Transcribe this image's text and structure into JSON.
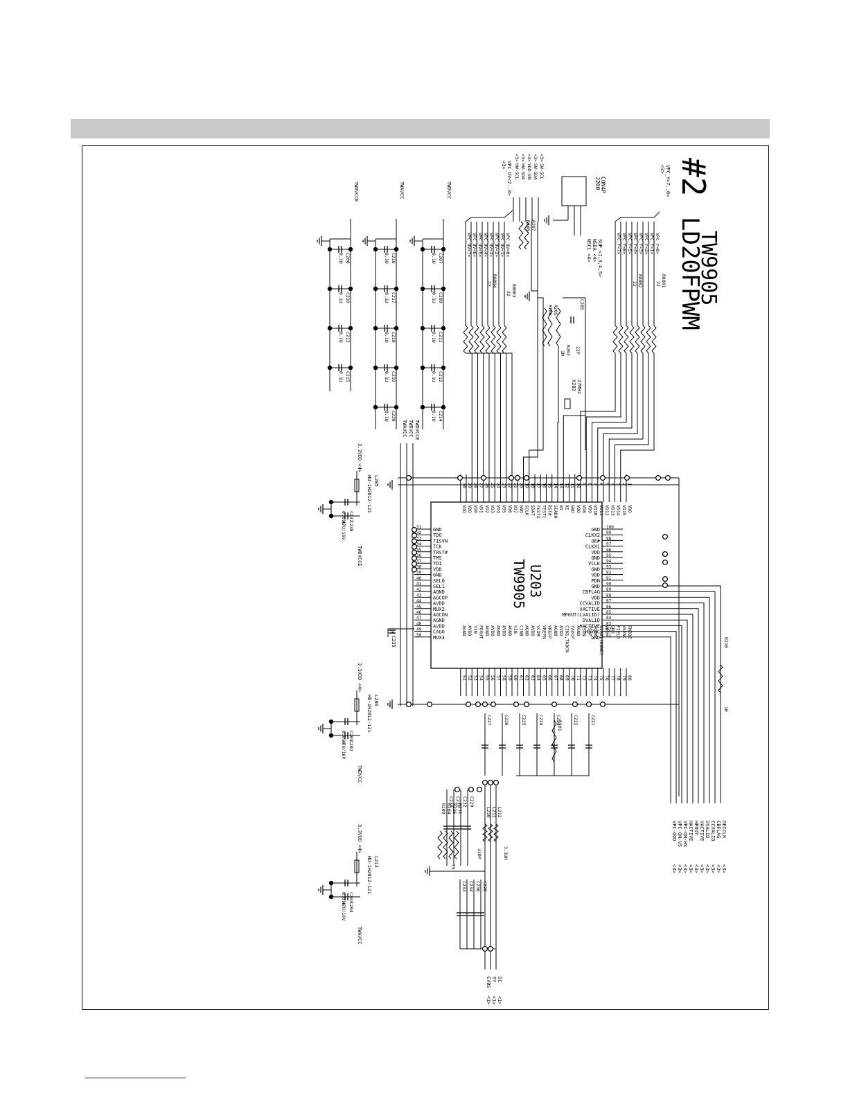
{
  "sheet": {
    "number": "#2",
    "title": "LD20FPWM",
    "subtitle": "TW9905"
  },
  "ic": {
    "ref": "U203",
    "part": "TW9905",
    "left_pins": [
      {
        "num": "31",
        "name": "GND"
      },
      {
        "num": "32",
        "name": "TDO"
      },
      {
        "num": "33",
        "name": "TISVN"
      },
      {
        "num": "34",
        "name": "TCK"
      },
      {
        "num": "35",
        "name": "TRST#"
      },
      {
        "num": "36",
        "name": "TMS"
      },
      {
        "num": "37",
        "name": "TDI"
      },
      {
        "num": "38",
        "name": "VDD"
      },
      {
        "num": "39",
        "name": "GND"
      },
      {
        "num": "40",
        "name": "SEL0"
      },
      {
        "num": "41",
        "name": "SEL1"
      },
      {
        "num": "42",
        "name": "AGND"
      },
      {
        "num": "43",
        "name": "AGCOP"
      },
      {
        "num": "44",
        "name": "AVDD"
      },
      {
        "num": "45",
        "name": "MUX2"
      },
      {
        "num": "46",
        "name": "AGCON"
      },
      {
        "num": "47",
        "name": "AGND"
      },
      {
        "num": "48",
        "name": "AVDD"
      },
      {
        "num": "49",
        "name": "CAGO"
      },
      {
        "num": "50",
        "name": "MUX3"
      }
    ],
    "right_pins": [
      {
        "num": "100",
        "name": "GND"
      },
      {
        "num": "99",
        "name": "CLKX2"
      },
      {
        "num": "98",
        "name": "OE#"
      },
      {
        "num": "97",
        "name": "CLKX1"
      },
      {
        "num": "96",
        "name": "VDD"
      },
      {
        "num": "95",
        "name": "GND"
      },
      {
        "num": "94",
        "name": "VCLK"
      },
      {
        "num": "93",
        "name": "GND"
      },
      {
        "num": "92",
        "name": "VDD"
      },
      {
        "num": "91",
        "name": "PDN"
      },
      {
        "num": "90",
        "name": "GND"
      },
      {
        "num": "89",
        "name": "CBFLAG"
      },
      {
        "num": "88",
        "name": "VDD"
      },
      {
        "num": "87",
        "name": "CCVALID"
      },
      {
        "num": "86",
        "name": "VACTIVE"
      },
      {
        "num": "85",
        "name": "MPOUT(LVALID)"
      },
      {
        "num": "84",
        "name": "DVALID"
      },
      {
        "num": "83",
        "name": "HACTIVE"
      },
      {
        "num": "82",
        "name": "HSYNC"
      },
      {
        "num": "81",
        "name": "GND"
      }
    ],
    "top_pins": [
      {
        "num": "1",
        "name": "VDD"
      },
      {
        "num": "2",
        "name": "VD15"
      },
      {
        "num": "3",
        "name": "VD14"
      },
      {
        "num": "4",
        "name": "VD13"
      },
      {
        "num": "5",
        "name": "VD12"
      },
      {
        "num": "6",
        "name": "VD11"
      },
      {
        "num": "7",
        "name": "VD10"
      },
      {
        "num": "8",
        "name": "VD9"
      },
      {
        "num": "9",
        "name": "VD8"
      },
      {
        "num": "10",
        "name": "VDD"
      },
      {
        "num": "11",
        "name": "GND"
      },
      {
        "num": "12",
        "name": "XI"
      },
      {
        "num": "13",
        "name": "XO"
      },
      {
        "num": "14",
        "name": "SIAD0"
      },
      {
        "num": "15",
        "name": "RST#"
      },
      {
        "num": "16",
        "name": "TEST1"
      },
      {
        "num": "17",
        "name": "TEST2"
      },
      {
        "num": "18",
        "name": "SDAT"
      },
      {
        "num": "19",
        "name": "SCLK"
      },
      {
        "num": "20",
        "name": "GND"
      },
      {
        "num": "21",
        "name": "VD7"
      },
      {
        "num": "22",
        "name": "VD6"
      },
      {
        "num": "23",
        "name": "VD5"
      },
      {
        "num": "24",
        "name": "VD4"
      },
      {
        "num": "25",
        "name": "VD3"
      },
      {
        "num": "26",
        "name": "VD2"
      },
      {
        "num": "27",
        "name": "VD1"
      },
      {
        "num": "28",
        "name": "VD0"
      },
      {
        "num": "29",
        "name": "VDD"
      },
      {
        "num": "30",
        "name": "VDD"
      }
    ],
    "bottom_pins": [
      {
        "num": "80",
        "name": "TMODE"
      },
      {
        "num": "79",
        "name": "VSYNC"
      },
      {
        "num": "78",
        "name": "FIELD"
      },
      {
        "num": "77",
        "name": "GND"
      },
      {
        "num": "76",
        "name": "VDD"
      },
      {
        "num": "75",
        "name": "SIAD1(AGND)"
      },
      {
        "num": "74",
        "name": "VCOM"
      },
      {
        "num": "73",
        "name": "TSOP"
      },
      {
        "num": "72",
        "name": "TSON"
      },
      {
        "num": "71",
        "name": "AGND"
      },
      {
        "num": "70",
        "name": "TADCP"
      },
      {
        "num": "69",
        "name": "CIN1,TADCN"
      },
      {
        "num": "68",
        "name": "AVDD"
      },
      {
        "num": "67",
        "name": "AGND"
      },
      {
        "num": "66",
        "name": "VREFP"
      },
      {
        "num": "65",
        "name": "VREFN"
      },
      {
        "num": "64",
        "name": "VCOM"
      },
      {
        "num": "63",
        "name": "AVDD"
      },
      {
        "num": "62",
        "name": "AGND"
      },
      {
        "num": "61",
        "name": "CIN0"
      },
      {
        "num": "60",
        "name": "YIN"
      },
      {
        "num": "59",
        "name": "AGND"
      },
      {
        "num": "58",
        "name": "AVDD"
      },
      {
        "num": "57",
        "name": "AGND"
      },
      {
        "num": "56",
        "name": "AVDD"
      },
      {
        "num": "55",
        "name": "AGND"
      },
      {
        "num": "54",
        "name": "PDOUT"
      },
      {
        "num": "53",
        "name": "YIN"
      },
      {
        "num": "52",
        "name": "AVDD"
      },
      {
        "num": "51",
        "name": "AGND"
      }
    ]
  },
  "connector": {
    "ref": "J200",
    "part": "CON4P",
    "nets": [
      "NSCL <4>",
      "NSDA <4>",
      "SUP <1,3,4,5>"
    ]
  },
  "crystal": {
    "ref": "X202",
    "value": "27MHz"
  },
  "buses": {
    "vpc_y": "VPC_Y<7..0>",
    "vpc_uv": "VPC_UV<7..0>",
    "vpc_y_ref": "<3>",
    "vpc_uv_ref": "<3>",
    "vpc_y_bits": [
      "VPC_Y<7>",
      "VPC_Y<6>",
      "VPC_Y<5>",
      "VPC_Y<4>",
      "VPC_Y<3>",
      "VPC_Y<2>",
      "VPC_Y<1>",
      "VPC_Y<0>"
    ],
    "vpc_uv_bits": [
      "VPC_UV<7>",
      "VPC_UV<6>",
      "VPC_UV<5>",
      "VPC_UV<4>",
      "VPC_UV<3>",
      "VPC_UV<2>",
      "VPC_UV<1>",
      "VPC_UV<0>"
    ]
  },
  "control_nets": [
    {
      "name": "SW-SCL",
      "ref": "<3>"
    },
    {
      "name": "SW-SDA",
      "ref": "<3>"
    },
    {
      "name": "VDD-EN",
      "ref": "<3>"
    },
    {
      "name": "HW-SDA",
      "ref": "<3>"
    },
    {
      "name": "HW-SCL",
      "ref": "<3>"
    }
  ],
  "resistor_arrays": [
    {
      "ref": "R8001",
      "value": "22"
    },
    {
      "ref": "R8002",
      "value": "22"
    },
    {
      "ref": "R8003",
      "value": "22"
    },
    {
      "ref": "R8004",
      "value": "22"
    }
  ],
  "small_parts": [
    {
      "ref": "R207",
      "value": "22"
    },
    {
      "ref": "R208",
      "value": "22"
    },
    {
      "ref": "R205",
      "value": ""
    },
    {
      "ref": "R206",
      "value": ""
    },
    {
      "ref": "C205",
      "value": "22P"
    },
    {
      "ref": "R203",
      "value": "1M"
    },
    {
      "ref": "R201",
      "value": ""
    },
    {
      "ref": "R210",
      "value": "10"
    }
  ],
  "decoupling_rows": [
    {
      "net": "TWDVCC",
      "caps": [
        "C207",
        "C209",
        "C211",
        "C212",
        "C214"
      ],
      "value": "0.1U"
    },
    {
      "net": "TWAVCC",
      "caps": [
        "C216",
        "C217",
        "C218",
        "C219",
        "C220"
      ],
      "value": "0.1U"
    },
    {
      "net": "TWDVCCE",
      "caps": [
        "C208",
        "C210",
        "C213",
        "C215"
      ],
      "value": "0.1U"
    }
  ],
  "power_rails": [
    "TWDVCCE",
    "TWDVCC",
    "TWAVCC"
  ],
  "filters": [
    {
      "ref": "L205",
      "part": "HU-1H2012-121",
      "cap1": "C237",
      "cap1_val": "0.01U",
      "cap2": "C238",
      "cap2_val": "47U/16V",
      "net": "TWDVCCE",
      "supply": "3.3VDD <4>"
    },
    {
      "ref": "L206",
      "part": "HU-1H2012-121",
      "cap1": "C201",
      "cap1_val": "0.01U",
      "cap2": "C202",
      "cap2_val": "47U/16V",
      "net": "TWDVCC",
      "supply": "3.3VDD <4>"
    },
    {
      "ref": "L213",
      "part": "HU-1H2012-121",
      "cap1": "C203",
      "cap1_val": "0.01U",
      "cap2": "C204",
      "cap2_val": "47U/16V",
      "net": "TWAVCC",
      "supply": "3.3VDD <4>"
    }
  ],
  "c235": {
    "ref": "C235",
    "mark": "*"
  },
  "analog_caps": [
    "C227",
    "C226",
    "C225",
    "C224",
    "C223",
    "C222",
    "C221"
  ],
  "video_input": {
    "resistors": [
      "R209",
      "R204",
      "R226",
      "R231"
    ],
    "caps": [
      "C230",
      "C231",
      "C232",
      "C229"
    ],
    "inductors": [
      "L210",
      "L211",
      "L212"
    ],
    "ind_value": "3.3UH",
    "cap_value": "330P",
    "res_value": "75",
    "out_caps": [
      "C233",
      "C234",
      "C236",
      "C228"
    ]
  },
  "inputs": [
    {
      "name": "SC",
      "ref": "<1>"
    },
    {
      "name": "SY",
      "ref": "<1>"
    },
    {
      "name": "CVBS",
      "ref": "<1>"
    }
  ],
  "outputs": [
    {
      "name": "DECCLK",
      "ref": "<3>"
    },
    {
      "name": "CBFLAG",
      "ref": "<3>"
    },
    {
      "name": "CCVALID",
      "ref": "<3>"
    },
    {
      "name": "DVALID",
      "ref": "<3>"
    },
    {
      "name": "VACTIVE",
      "ref": "<3>"
    },
    {
      "name": "HPOUT",
      "ref": "<3>"
    },
    {
      "name": "HACTIVE",
      "ref": "<3>"
    },
    {
      "name": "VPC-QH-HS",
      "ref": "<3>"
    },
    {
      "name": "VPC-QH-VS",
      "ref": "<3>"
    },
    {
      "name": "VPC-ODD",
      "ref": "<3>"
    }
  ]
}
